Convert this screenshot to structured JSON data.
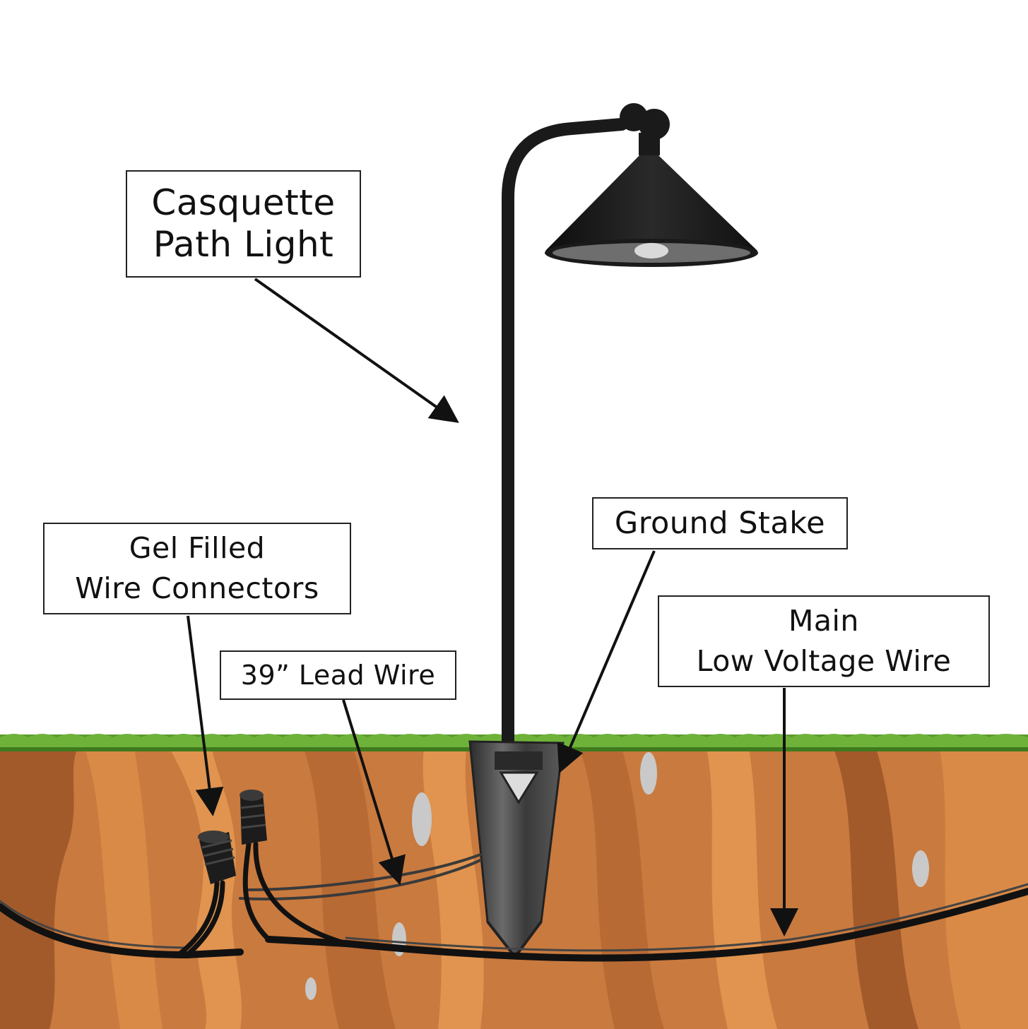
{
  "labels": {
    "casquette": [
      "Casquette",
      "Path Light"
    ],
    "gel_connectors": [
      "Gel Filled",
      "Wire Connectors"
    ],
    "lead_wire": "39” Lead Wire",
    "ground_stake": "Ground Stake",
    "main_wire": [
      "Main",
      "Low Voltage Wire"
    ]
  },
  "colors": {
    "background": "#ffffff",
    "soil": "#c97a3f",
    "soil_dark": "#a35a2a",
    "soil_light": "#e0944f",
    "grass": "#5a9a2a",
    "fixture": "#1a1a1a",
    "stake": "#4a4a4a",
    "label_border": "#222222",
    "arrow": "#111111"
  },
  "icons": [
    "path-light-fixture",
    "ground-stake",
    "wire-connector",
    "low-voltage-wire"
  ]
}
